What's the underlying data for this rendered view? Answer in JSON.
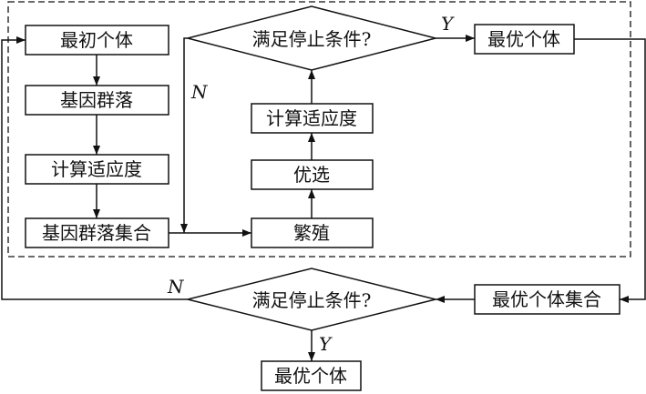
{
  "nodes": {
    "initial_individual": "最初个体",
    "gene_community": "基因群落",
    "compute_fitness_left": "计算适应度",
    "gene_community_set": "基因群落集合",
    "reproduce": "繁殖",
    "select_best": "优选",
    "compute_fitness_right": "计算适应度",
    "stop_condition_top": "满足停止条件?",
    "best_individual_top": "最优个体",
    "best_individual_set": "最优个体集合",
    "stop_condition_bottom": "满足停止条件?",
    "best_individual_bottom": "最优个体"
  },
  "branch_labels": {
    "yes_top": "Y",
    "no_top": "N",
    "no_bottom": "N",
    "yes_bottom": "Y"
  }
}
